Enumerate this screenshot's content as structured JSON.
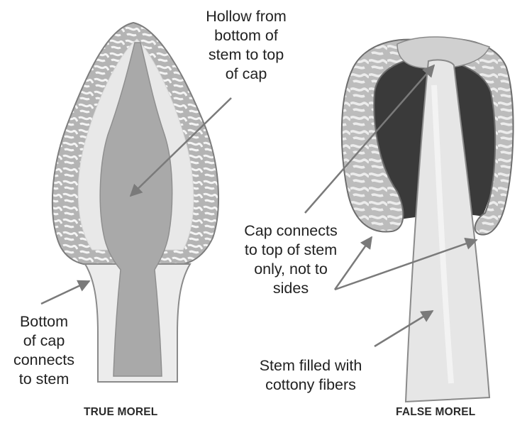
{
  "labels": {
    "hollow": [
      "Hollow from",
      "bottom of",
      "stem to top",
      "of cap"
    ],
    "bottom_cap": [
      "Bottom",
      "of cap",
      "connects",
      "to stem"
    ],
    "cap_connects": [
      "Cap connects",
      "to top of stem",
      "only, not to",
      "sides"
    ],
    "stem_filled": [
      "Stem filled with",
      "cottony fibers"
    ]
  },
  "captions": {
    "true_morel": "TRUE MOREL",
    "false_morel": "FALSE MOREL"
  },
  "colors": {
    "true_cap_outer": "#b8b8b8",
    "true_cap_ridges": "#f0f0f0",
    "true_hollow": "#a9a9a9",
    "false_cap": "#c2c2c2",
    "false_cavity": "#3a3a3a",
    "false_stem": "#e6e6e6",
    "arrow": "#7a7a7a"
  }
}
